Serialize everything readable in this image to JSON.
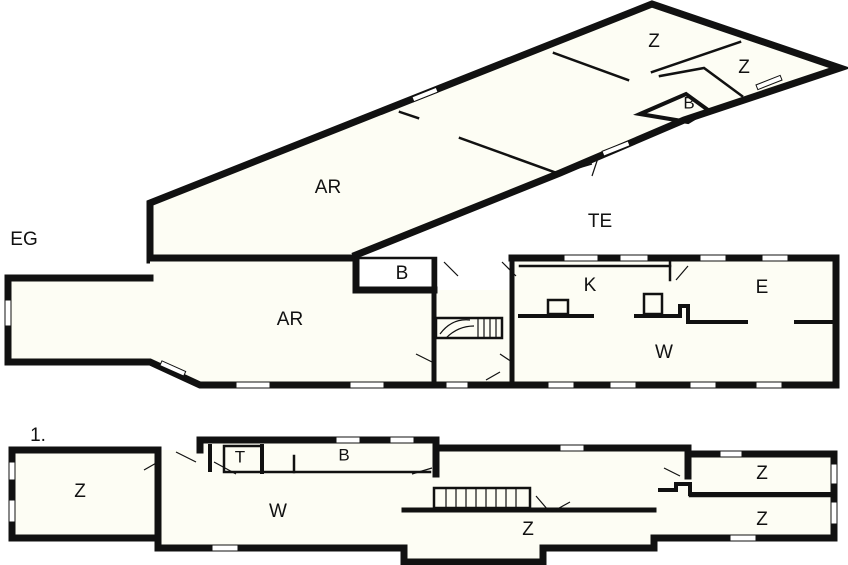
{
  "outside_labels": {
    "eg": "EG",
    "te": "TE"
  },
  "floor_label": "1.",
  "ground_floor": {
    "wing_rooms": {
      "z_top": "Z",
      "z_right": "Z",
      "b": "B",
      "ar": "AR"
    },
    "main_rooms": {
      "b": "B",
      "ar": "AR",
      "k": "K",
      "e": "E",
      "w": "W"
    }
  },
  "upper_floor": {
    "rooms": {
      "z_left": "Z",
      "t": "T",
      "b": "B",
      "w": "W",
      "z_center": "Z",
      "z_right_top": "Z",
      "z_right_bottom": "Z"
    }
  }
}
